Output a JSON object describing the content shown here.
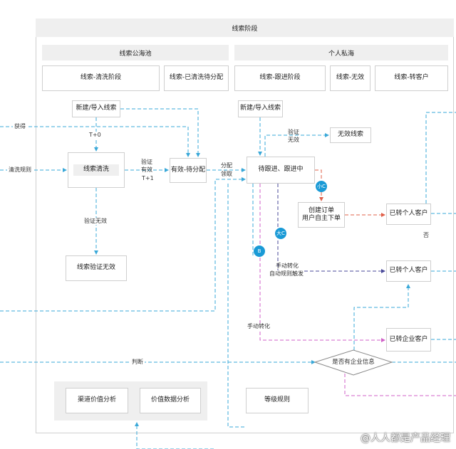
{
  "header": {
    "title": "线索阶段"
  },
  "sections": {
    "public_pool": "线索公海池",
    "private_sea": "个人私海"
  },
  "stages": {
    "clean": "线索-清洗阶段",
    "cleaned_wait": "线索-已清洗待分配",
    "follow": "线索-跟进阶段",
    "invalid": "线索-无效",
    "to_customer": "线索-转客户"
  },
  "nodes": {
    "new_import_1": "新建/导入线索",
    "new_import_2": "新建/导入线索",
    "clean": "线索清洗",
    "valid_wait": "有效-待分配",
    "pending": "待跟进、跟进中",
    "invalid_lead": "无效线索",
    "verify_invalid_node": "线索验证无效",
    "create_order_1": "创建订单",
    "create_order_2": "用户自主下单",
    "personal_cust_1": "已转个人客户",
    "personal_cust_2": "已转个人客户",
    "enterprise_cust": "已转企业客户",
    "has_enterprise": "是否有企业信息",
    "channel_value": "渠道价值分析",
    "value_data": "价值数据分析",
    "level_rule": "等级规则"
  },
  "labels": {
    "obtain": "获得",
    "clean_rule": "清洗规则",
    "t0": "T+0",
    "verify": "验证",
    "valid": "有效",
    "t1": "T+1",
    "assign": "分配",
    "claim": "领取",
    "verify_invalid": "验证无效",
    "verify2": "验证",
    "invalid2": "无效",
    "manual_convert_1": "手动转化",
    "auto_rule": "自动规则触发",
    "manual_convert_2": "手动转化",
    "no": "否",
    "judge": "判断"
  },
  "badges": {
    "small_c": "小C",
    "big_c": "大C",
    "b": "B"
  },
  "colors": {
    "blue_dash": "#3aa8d8",
    "red_dash": "#e0604a",
    "purple_dash": "#4a4a9a",
    "pink_dash": "#d060c8",
    "badge": "#1a9ad6"
  },
  "watermark": "@人人都是产品经理"
}
